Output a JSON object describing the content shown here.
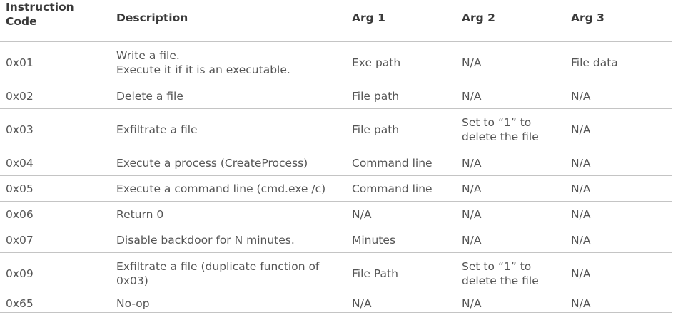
{
  "table": {
    "headers": [
      "Instruction\nCode",
      "Description",
      "Arg 1",
      "Arg 2",
      "Arg 3"
    ],
    "rows": [
      [
        "0x01",
        "Write a file.\nExecute it if it is an executable.",
        "Exe path",
        "N/A",
        "File data"
      ],
      [
        "0x02",
        "Delete a file",
        "File path",
        "N/A",
        "N/A"
      ],
      [
        "0x03",
        "Exfiltrate a file",
        "File path",
        "Set to “1” to\ndelete the file",
        "N/A"
      ],
      [
        "0x04",
        "Execute a process (CreateProcess)",
        "Command line",
        "N/A",
        "N/A"
      ],
      [
        "0x05",
        "Execute a command line (cmd.exe /c)",
        "Command line",
        "N/A",
        "N/A"
      ],
      [
        "0x06",
        "Return 0",
        "N/A",
        "N/A",
        "N/A"
      ],
      [
        "0x07",
        "Disable backdoor for N minutes.",
        "Minutes",
        "N/A",
        "N/A"
      ],
      [
        "0x09",
        "Exfiltrate a file (duplicate function of\n0x03)",
        "File Path",
        "Set to “1” to\ndelete the file",
        "N/A"
      ],
      [
        "0x65",
        "No-op",
        "N/A",
        "N/A",
        "N/A"
      ]
    ]
  }
}
